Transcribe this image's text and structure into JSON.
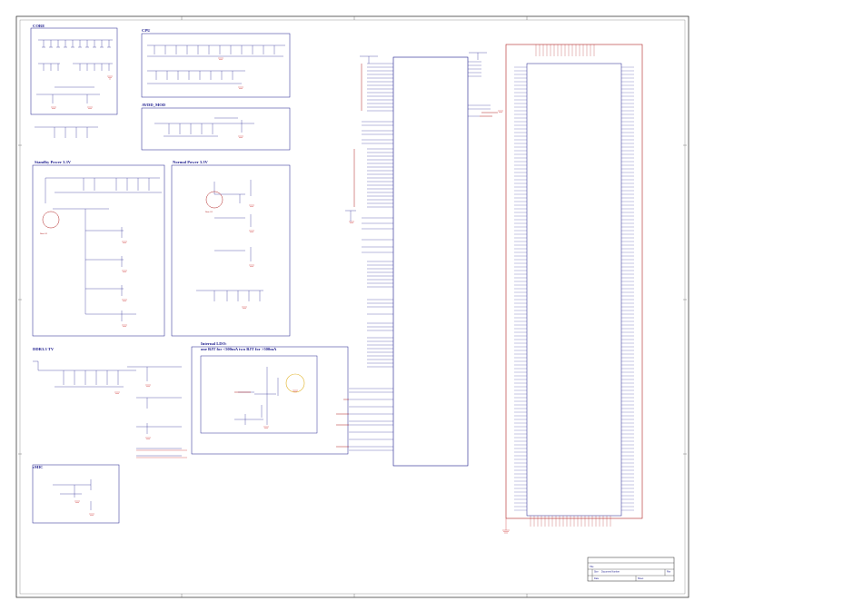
{
  "blocks": {
    "core": "CORE",
    "cpu": "CPU",
    "avdd": "AVDD_MOD",
    "standby": "Standby Power 3.3V",
    "normal": "Normal Power 3.3V",
    "ddr": "DDR3.3 TV",
    "internal_ldo_1": "Internal LDO:",
    "internal_ldo_2": "one BJT for <500mA  two BJT for >500mA",
    "cmic": "cMIC"
  },
  "circles": {
    "left_note": "Note  U1",
    "mid_note": "Note  U1"
  },
  "title_block": {
    "company": "",
    "title": "Title",
    "doc": "Document Number",
    "size": "Size",
    "rev": "Rev",
    "date": "Date",
    "sheet": "Sheet"
  },
  "colors": {
    "wire": "#1a1a8c",
    "net": "#b02020",
    "ground": "#d04040",
    "frame": "#222222"
  }
}
